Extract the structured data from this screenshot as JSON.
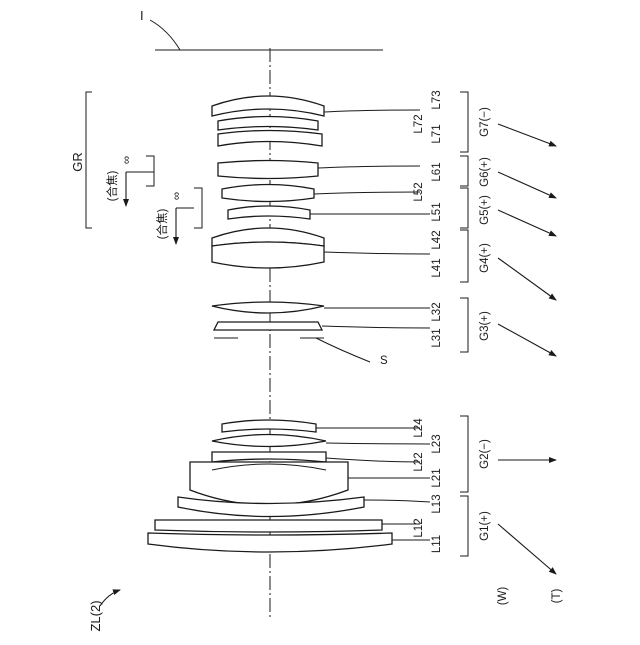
{
  "diagram": {
    "figure_label": "ZL(2)",
    "image_plane_label": "I",
    "stop_label": "S",
    "rear_group_label": "GR",
    "focus_label": "(合焦)",
    "infinity_symbol": "∞",
    "wide_label": "(W)",
    "tele_label": "(T)",
    "groups": [
      {
        "name": "G7(−)"
      },
      {
        "name": "G6(+)"
      },
      {
        "name": "G5(+)"
      },
      {
        "name": "G4(+)"
      },
      {
        "name": "G3(+)"
      },
      {
        "name": "G2(−)"
      },
      {
        "name": "G1(+)"
      }
    ],
    "lenses": {
      "L73": "L73",
      "L72": "L72",
      "L71": "L71",
      "L61": "L61",
      "L52": "L52",
      "L51": "L51",
      "L42": "L42",
      "L41": "L41",
      "L32": "L32",
      "L31": "L31",
      "L24": "L24",
      "L23": "L23",
      "L22": "L22",
      "L21": "L21",
      "L13": "L13",
      "L12": "L12",
      "L11": "L11"
    }
  }
}
